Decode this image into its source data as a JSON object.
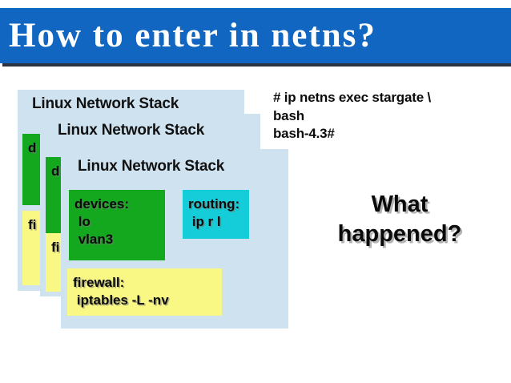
{
  "slide": {
    "title": "How to enter in netns?",
    "title_bg": "#1066c0",
    "title_color": "#ffffff",
    "card_bg": "#cfe2f0"
  },
  "cards": [
    {
      "header": "Linux Network Stack",
      "chips": [
        {
          "name": "devices",
          "text": "d",
          "color": "#14a81e"
        },
        {
          "name": "firewall",
          "text": "fi",
          "color": "#faf884"
        }
      ]
    },
    {
      "header": "Linux Network Stack",
      "chips": [
        {
          "name": "devices",
          "text": "d",
          "color": "#14a81e"
        },
        {
          "name": "firewall",
          "text": "fi",
          "color": "#faf884"
        }
      ]
    },
    {
      "header": "Linux Network Stack",
      "chips": [
        {
          "name": "devices",
          "text": "devices:\n lo\n vlan3",
          "color": "#14a81e"
        },
        {
          "name": "routing",
          "text": "routing:\n ip r l",
          "color": "#15cdd8"
        },
        {
          "name": "firewall",
          "text": "firewall:\n iptables -L -nv",
          "color": "#faf884"
        }
      ]
    }
  ],
  "terminal": {
    "lines": "# ip netns exec stargate \\\nbash\nbash-4.3#"
  },
  "callout": {
    "text": "What\nhappened?"
  }
}
